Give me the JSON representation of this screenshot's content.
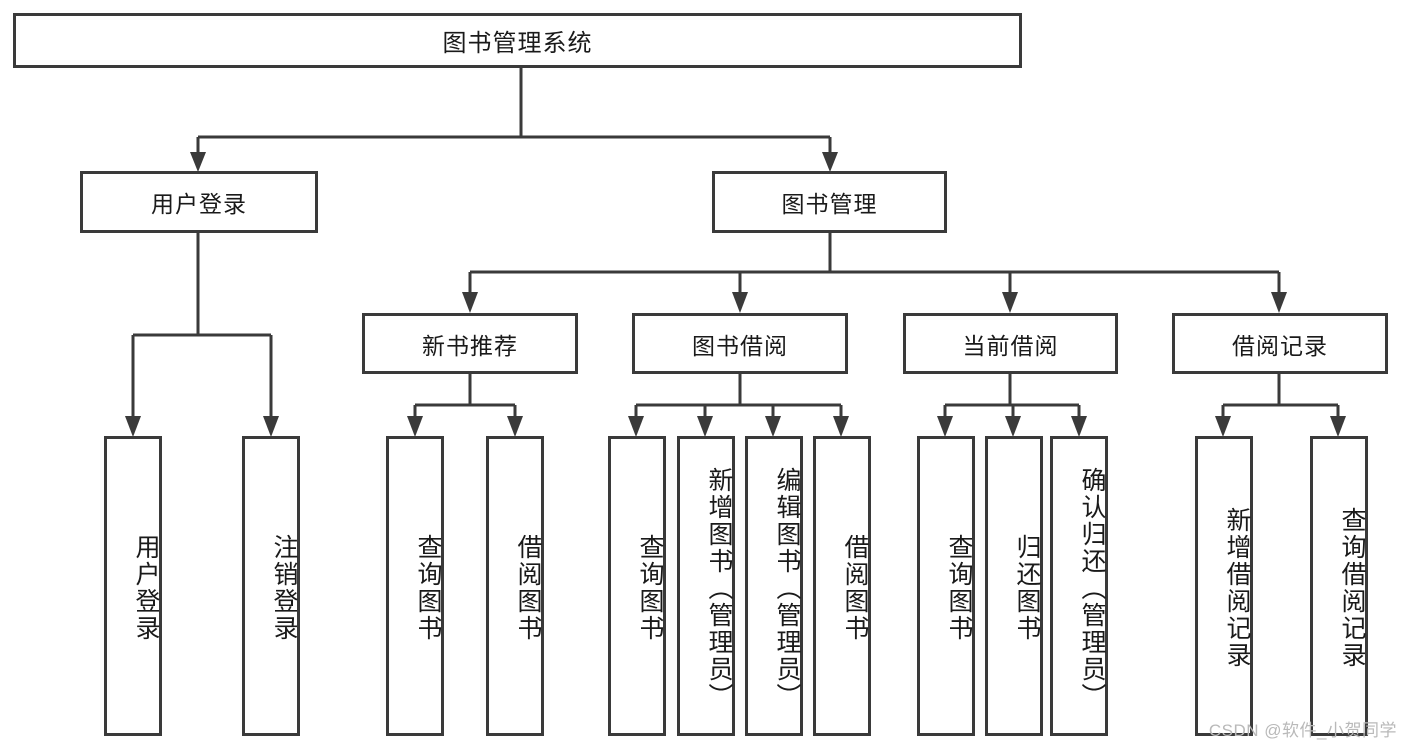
{
  "diagram": {
    "title": "图书管理系统",
    "type": "tree-hierarchy-diagram",
    "root": {
      "label": "图书管理系统"
    },
    "level1": [
      {
        "label": "用户登录"
      },
      {
        "label": "图书管理"
      }
    ],
    "level2": [
      {
        "label": "新书推荐"
      },
      {
        "label": "图书借阅"
      },
      {
        "label": "当前借阅"
      },
      {
        "label": "借阅记录"
      }
    ],
    "leaves": {
      "user_login": [
        {
          "label": "用户登录"
        },
        {
          "label": "注销登录"
        }
      ],
      "new_book_recommend": [
        {
          "label": "查询图书"
        },
        {
          "label": "借阅图书"
        }
      ],
      "book_borrow": [
        {
          "label": "查询图书"
        },
        {
          "label": "新增图书（管理员）"
        },
        {
          "label": "编辑图书（管理员）"
        },
        {
          "label": "借阅图书"
        }
      ],
      "current_borrow": [
        {
          "label": "查询图书"
        },
        {
          "label": "归还图书"
        },
        {
          "label": "确认归还（管理员）"
        }
      ],
      "borrow_record": [
        {
          "label": "新增借阅记录"
        },
        {
          "label": "查询借阅记录"
        }
      ]
    }
  },
  "watermark": {
    "text": "CSDN @软件_小贺同学"
  },
  "colors": {
    "stroke": "#3a3a3a",
    "background": "#ffffff",
    "text": "#1a1a1a",
    "watermark": "#b9b9b9"
  }
}
